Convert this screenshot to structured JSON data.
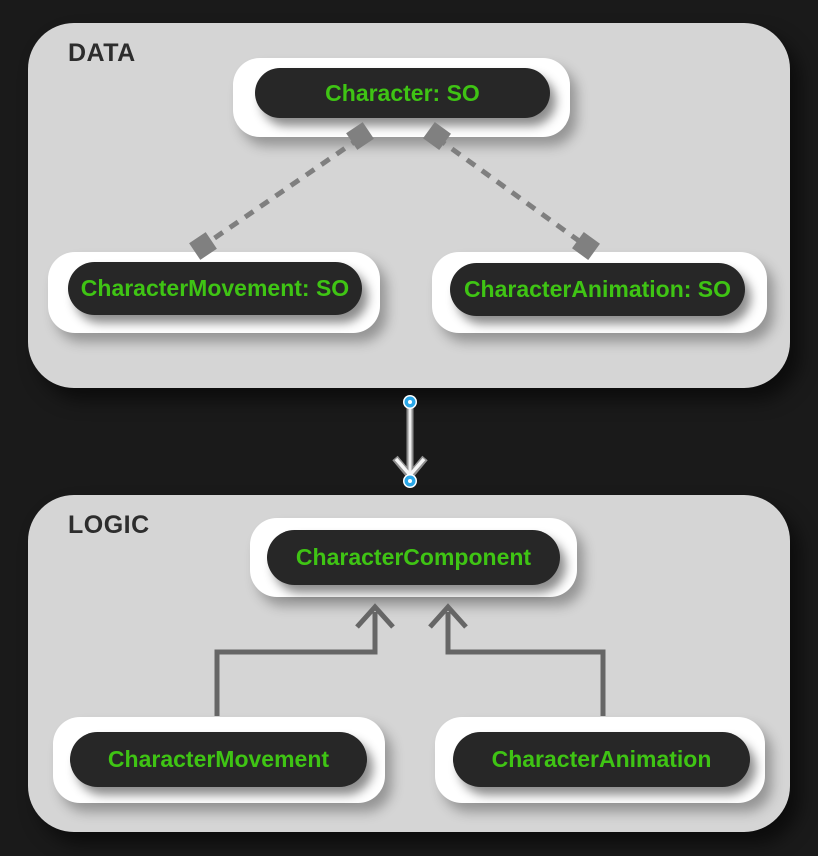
{
  "app": {
    "type": "diagram",
    "theme": "dark"
  },
  "panels": [
    {
      "id": "data",
      "label": "DATA",
      "nodes": [
        {
          "id": "character-so",
          "label": "Character: SO"
        },
        {
          "id": "character-movement-so",
          "label": "CharacterMovement: SO"
        },
        {
          "id": "character-animation-so",
          "label": "CharacterAnimation: SO"
        }
      ]
    },
    {
      "id": "logic",
      "label": "LOGIC",
      "nodes": [
        {
          "id": "character-component",
          "label": "CharacterComponent"
        },
        {
          "id": "character-movement",
          "label": "CharacterMovement"
        },
        {
          "id": "character-animation",
          "label": "CharacterAnimation"
        }
      ]
    }
  ],
  "edges": {
    "composition": [
      {
        "from": "character-so",
        "to": "character-movement-so",
        "line": "dashed",
        "endpoints": "square"
      },
      {
        "from": "character-so",
        "to": "character-animation-so",
        "line": "dashed",
        "endpoints": "square"
      }
    ],
    "inheritance": [
      {
        "from": "character-movement",
        "to": "character-component",
        "arrow": "open-arrow"
      },
      {
        "from": "character-animation",
        "to": "character-component",
        "arrow": "open-arrow"
      }
    ],
    "panel_flow": [
      {
        "from": "data",
        "to": "logic",
        "arrow": "open-arrow-down",
        "selected": true,
        "handles": "blue-dots"
      }
    ]
  },
  "colors": {
    "background": "#1a1a1a",
    "panel": "#d5d5d5",
    "node_container": "#ffffff",
    "node_fill": "#272727",
    "node_text_green": "#3fc414",
    "panel_label": "#2d2d2d",
    "composition_edge": "#7f7f7f",
    "inheritance_edge": "#666666",
    "selected_edge": "#efefef",
    "selected_handle_blue": "#2aa7e8"
  }
}
